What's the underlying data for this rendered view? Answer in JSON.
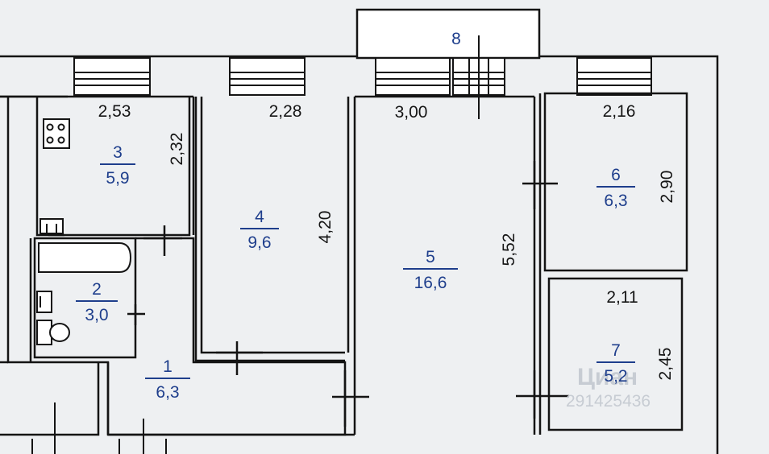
{
  "plan": {
    "labels": {
      "balcony_number": "8",
      "room1_number": "1",
      "room1_area": "6,3",
      "room2_number": "2",
      "room2_area": "3,0",
      "room3_number": "3",
      "room3_area": "5,9",
      "room4_number": "4",
      "room4_area": "9,6",
      "room5_number": "5",
      "room5_area": "16,6",
      "room6_number": "6",
      "room6_area": "6,3",
      "room7_number": "7",
      "room7_area": "5,2"
    },
    "dimensions": {
      "room3_width": "2,53",
      "room3_height": "2,32",
      "room4_width": "2,28",
      "room4_height": "4,20",
      "room5_width": "3,00",
      "room5_height": "5,52",
      "room6_width": "2,16",
      "room6_height": "2,90",
      "room7_width": "2,11",
      "room7_height": "2,45"
    },
    "watermark": {
      "brand": "Циан",
      "id": "291425436"
    }
  }
}
